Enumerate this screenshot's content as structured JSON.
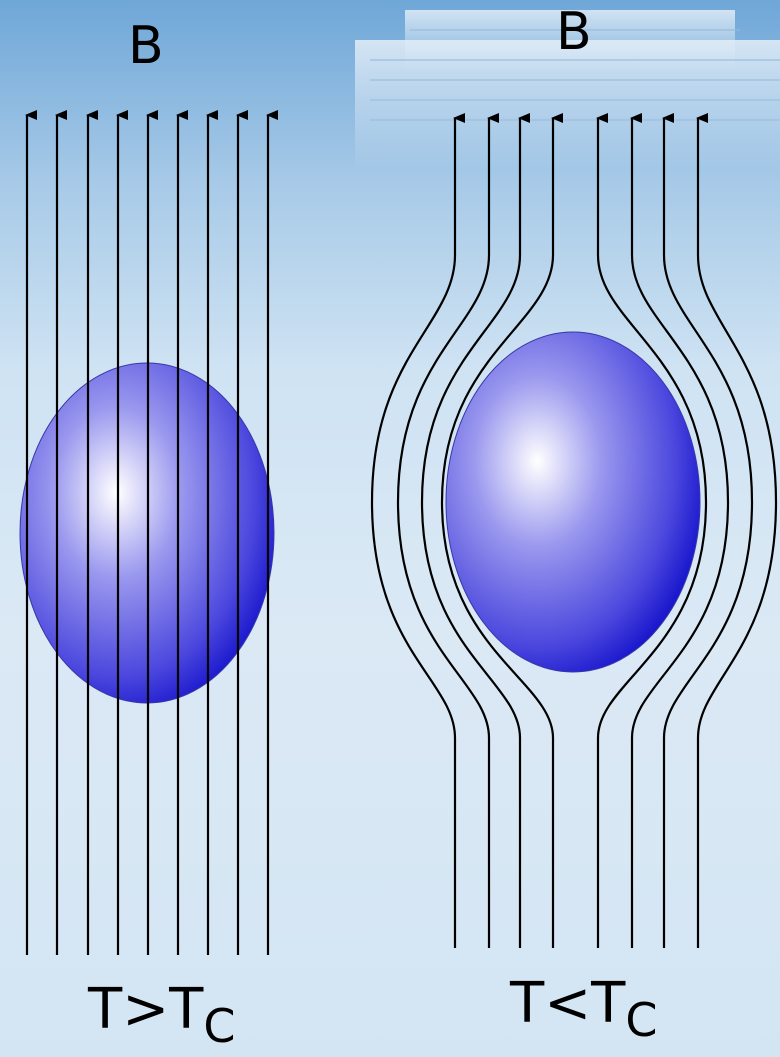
{
  "left_panel": {
    "field_label": "B",
    "condition_prefix": "T>T",
    "condition_subscript": "C"
  },
  "right_panel": {
    "field_label": "B",
    "condition_prefix": "T<T",
    "condition_subscript": "C"
  },
  "colors": {
    "field_line": "#000000",
    "sphere_highlight": "#ffffff",
    "sphere_mid": "#7a78e8",
    "sphere_dark": "#0a08c8",
    "sky_top": "#6fa7d8",
    "sky_bottom": "#d3e5f3"
  }
}
